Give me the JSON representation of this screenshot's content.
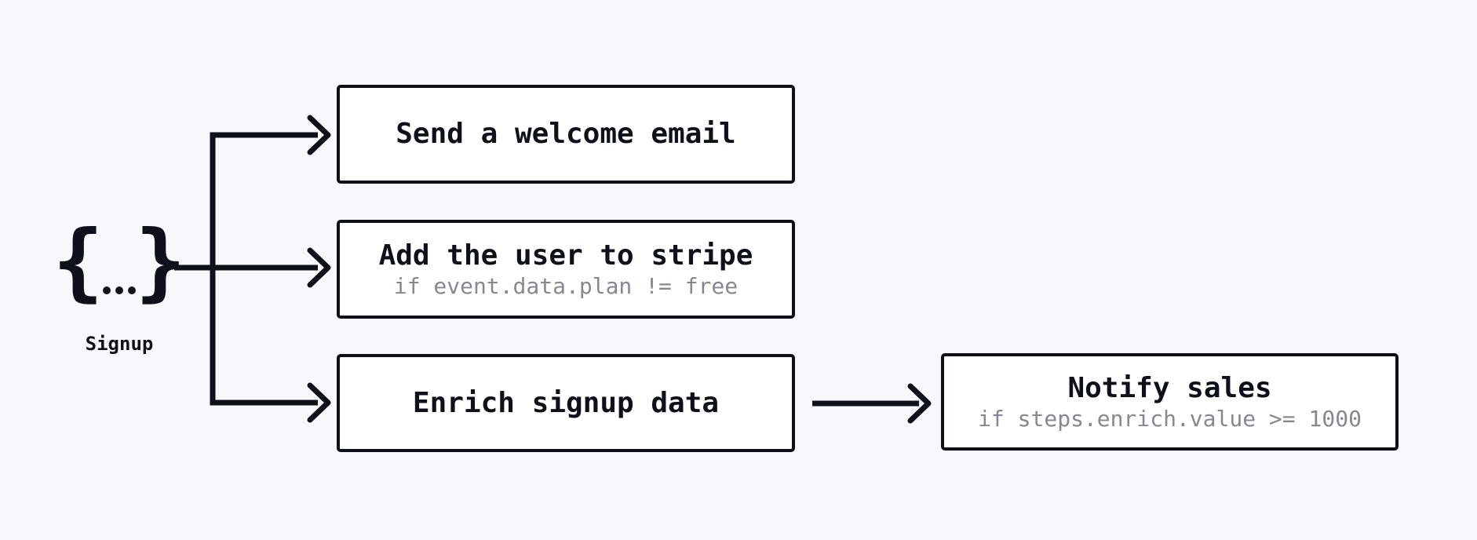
{
  "colors": {
    "background": "#f8f8fc",
    "ink": "#10101a",
    "muted": "#878791",
    "card_background": "#ffffff"
  },
  "event": {
    "icon_left": "{",
    "icon_right": "}",
    "label": "Signup"
  },
  "steps": [
    {
      "title": "Send a welcome email",
      "condition": ""
    },
    {
      "title": "Add the user to stripe",
      "condition": "if event.data.plan != free"
    },
    {
      "title": "Enrich signup data",
      "condition": ""
    },
    {
      "title": "Notify sales",
      "condition": "if steps.enrich.value >= 1000"
    }
  ]
}
